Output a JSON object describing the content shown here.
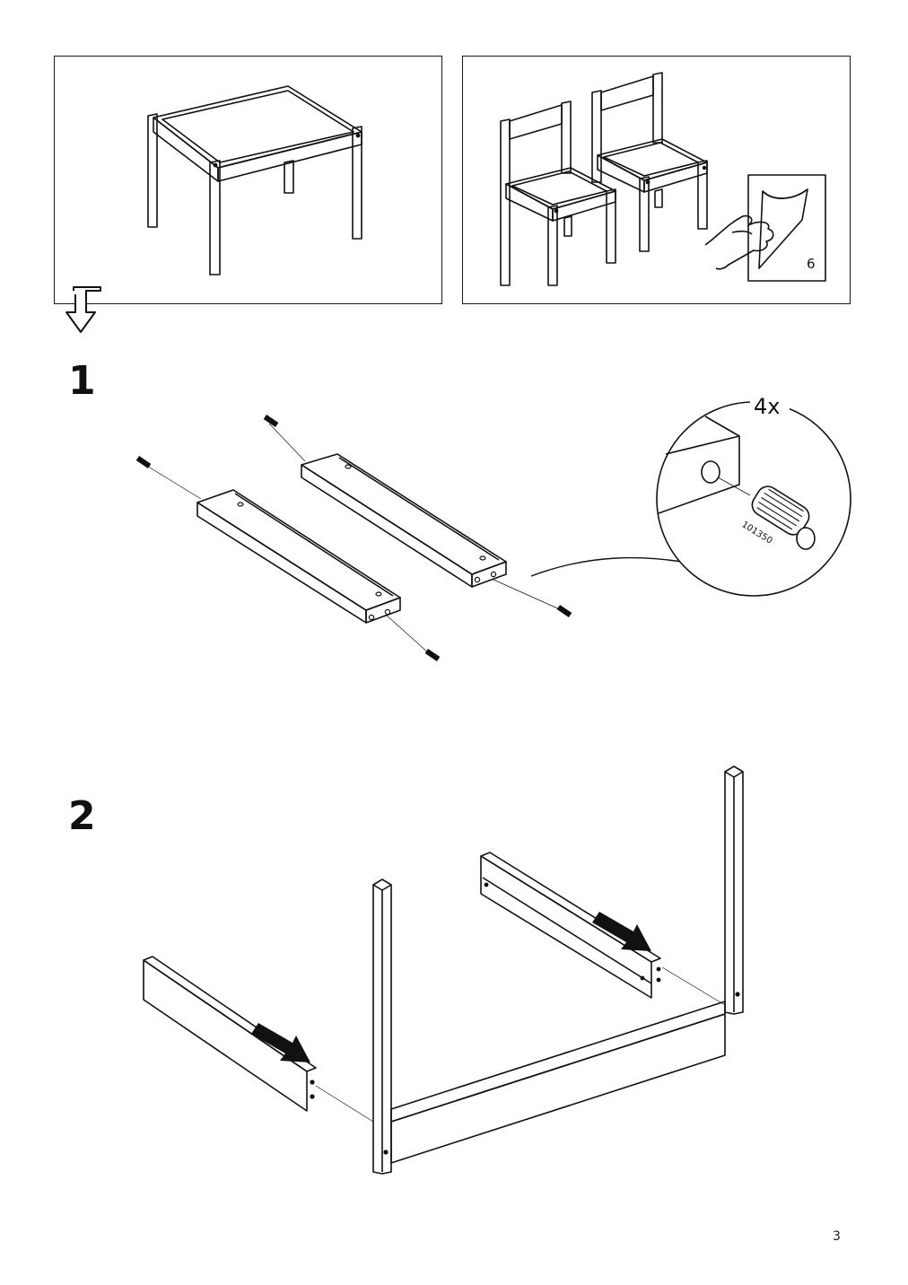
{
  "page": {
    "number": "3"
  },
  "overview": {
    "table_panel": {
      "icon": "table-icon"
    },
    "chairs_panel": {
      "icon": "chairs-icon",
      "sticker_label": "6"
    },
    "next_arrow": {
      "icon": "down-arrow-icon"
    }
  },
  "steps": [
    {
      "number": "1",
      "detail": {
        "quantity": "4x",
        "part_number": "101350",
        "icon": "dowel-icon"
      }
    },
    {
      "number": "2",
      "icons": [
        "direction-arrow-icon",
        "direction-arrow-icon"
      ]
    }
  ]
}
